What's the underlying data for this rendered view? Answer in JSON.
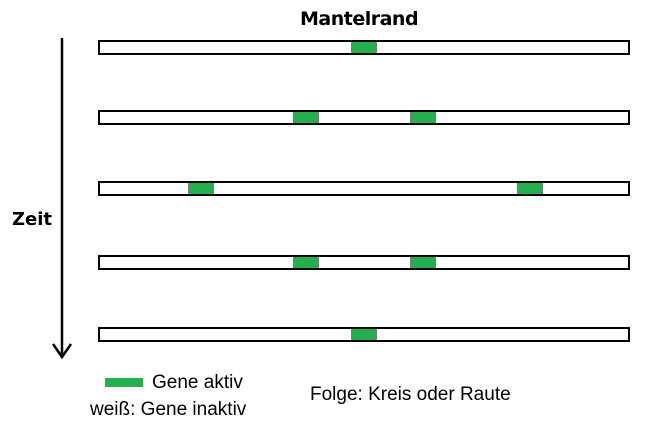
{
  "title": "Mantelrand",
  "axis_label": "Zeit",
  "colors": {
    "active": "#22b14c",
    "inactive": "#ffffff"
  },
  "legend": {
    "active_label": "Gene aktiv",
    "inactive_label": "weiß: Gene inaktiv",
    "note": "Folge: Kreis oder Raute"
  }
}
